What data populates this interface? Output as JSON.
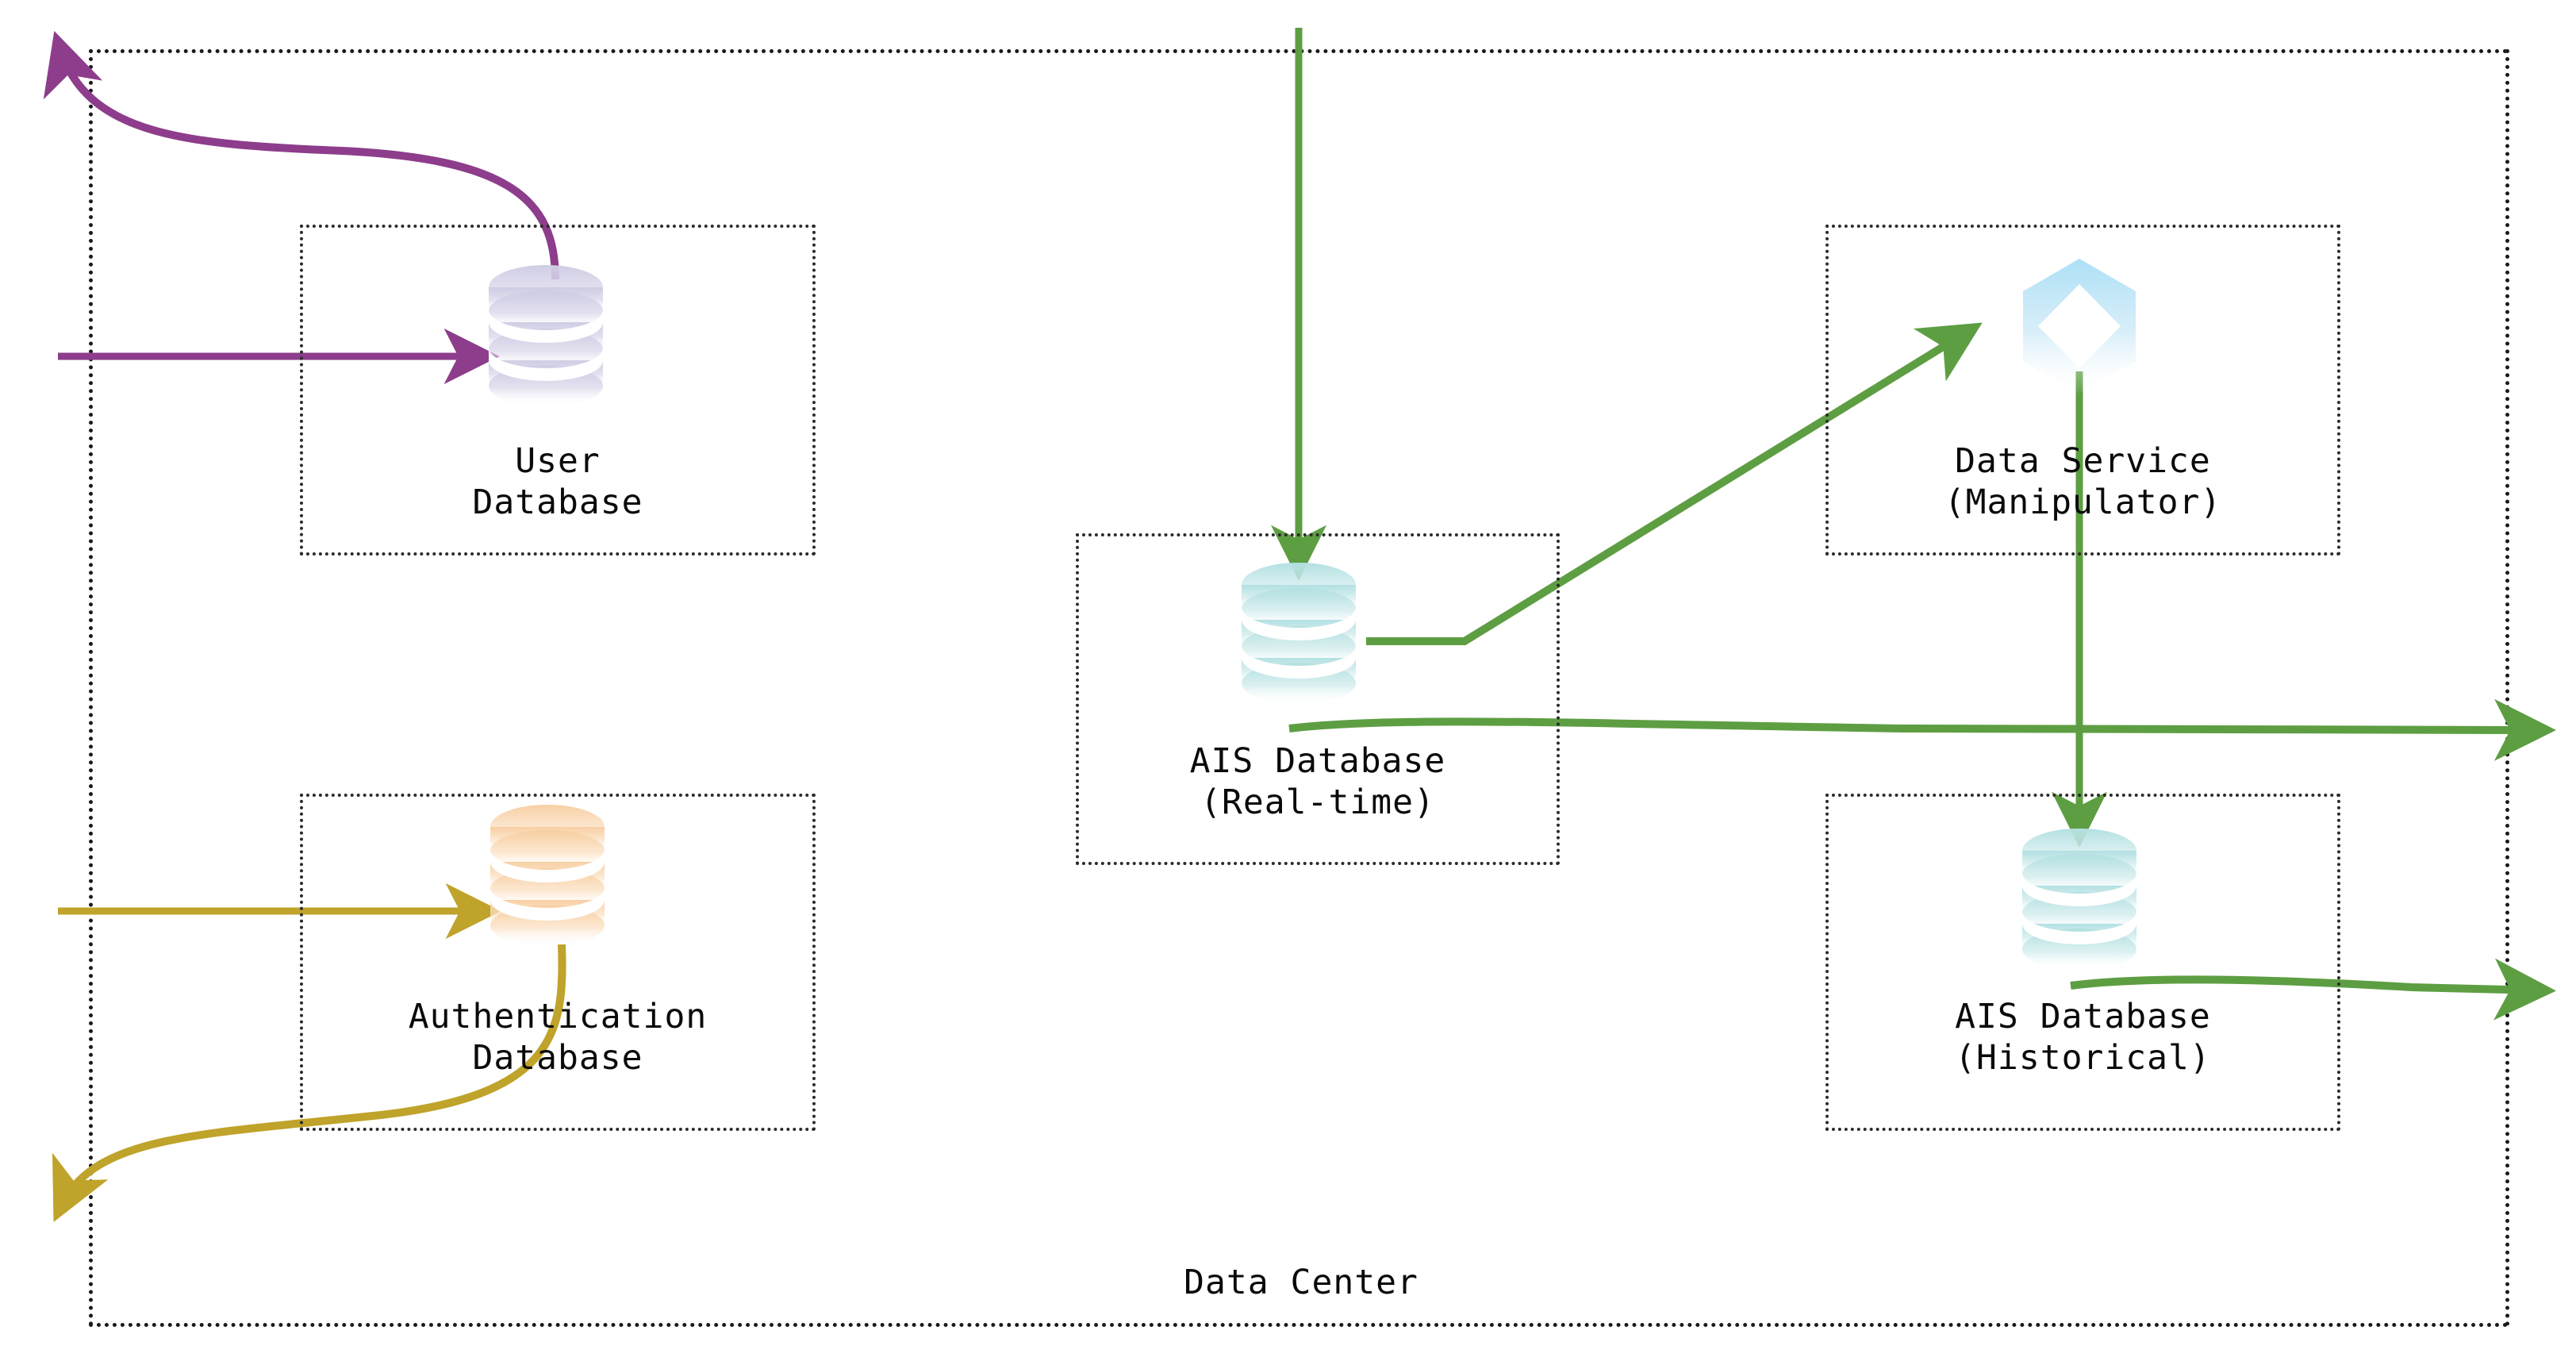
{
  "diagram": {
    "type": "architecture-diagram",
    "zone": {
      "name": "data-center",
      "label": "Data Center",
      "border_style": "dotted",
      "border_color": "#1a1a1a"
    },
    "nodes": [
      {
        "id": "user-database",
        "label_line1": "User",
        "label_line2": "Database",
        "icon": "database-cylinder-icon",
        "icon_color": "#cfcde4"
      },
      {
        "id": "authentication-database",
        "label_line1": "Authentication",
        "label_line2": "Database",
        "icon": "database-cylinder-icon",
        "icon_color": "#f7cfa3"
      },
      {
        "id": "ais-database-realtime",
        "label_line1": "AIS Database",
        "label_line2": "(Real-time)",
        "icon": "database-cylinder-icon",
        "icon_color": "#b3e0e2"
      },
      {
        "id": "data-service-manipulator",
        "label_line1": "Data Service",
        "label_line2": "(Manipulator)",
        "icon": "hexagon-service-icon",
        "icon_color": "#b6dff2"
      },
      {
        "id": "ais-database-historical",
        "label_line1": "AIS Database",
        "label_line2": "(Historical)",
        "icon": "database-cylinder-icon",
        "icon_color": "#b3e0e2"
      }
    ],
    "edges": [
      {
        "id": "edge-in-user",
        "color": "#8d3d8b",
        "from": "external-left",
        "to": "user-database"
      },
      {
        "id": "edge-out-user",
        "color": "#8d3d8b",
        "from": "user-database",
        "to": "external-top-left"
      },
      {
        "id": "edge-in-auth",
        "color": "#bfa32a",
        "from": "external-left",
        "to": "authentication-database"
      },
      {
        "id": "edge-out-auth",
        "color": "#bfa32a",
        "from": "authentication-database",
        "to": "external-bottom-left"
      },
      {
        "id": "edge-in-ais-realtime",
        "color": "#5d9e42",
        "from": "external-top",
        "to": "ais-database-realtime"
      },
      {
        "id": "edge-ais-to-service",
        "color": "#5d9e42",
        "from": "ais-database-realtime",
        "to": "data-service-manipulator"
      },
      {
        "id": "edge-service-to-hist",
        "color": "#5d9e42",
        "from": "data-service-manipulator",
        "to": "ais-database-historical"
      },
      {
        "id": "edge-out-ais-realtime",
        "color": "#5d9e42",
        "from": "ais-database-realtime",
        "to": "external-right"
      },
      {
        "id": "edge-out-ais-hist",
        "color": "#5d9e42",
        "from": "ais-database-historical",
        "to": "external-right"
      }
    ],
    "palette": {
      "purple": "#8d3d8b",
      "gold": "#bfa32a",
      "green": "#5d9e42",
      "lavender": "#cfcde4",
      "peach": "#f7cfa3",
      "cyan": "#b3e0e2",
      "blue": "#b6dff2",
      "text": "#0a0a0a",
      "background": "#ffffff"
    }
  }
}
